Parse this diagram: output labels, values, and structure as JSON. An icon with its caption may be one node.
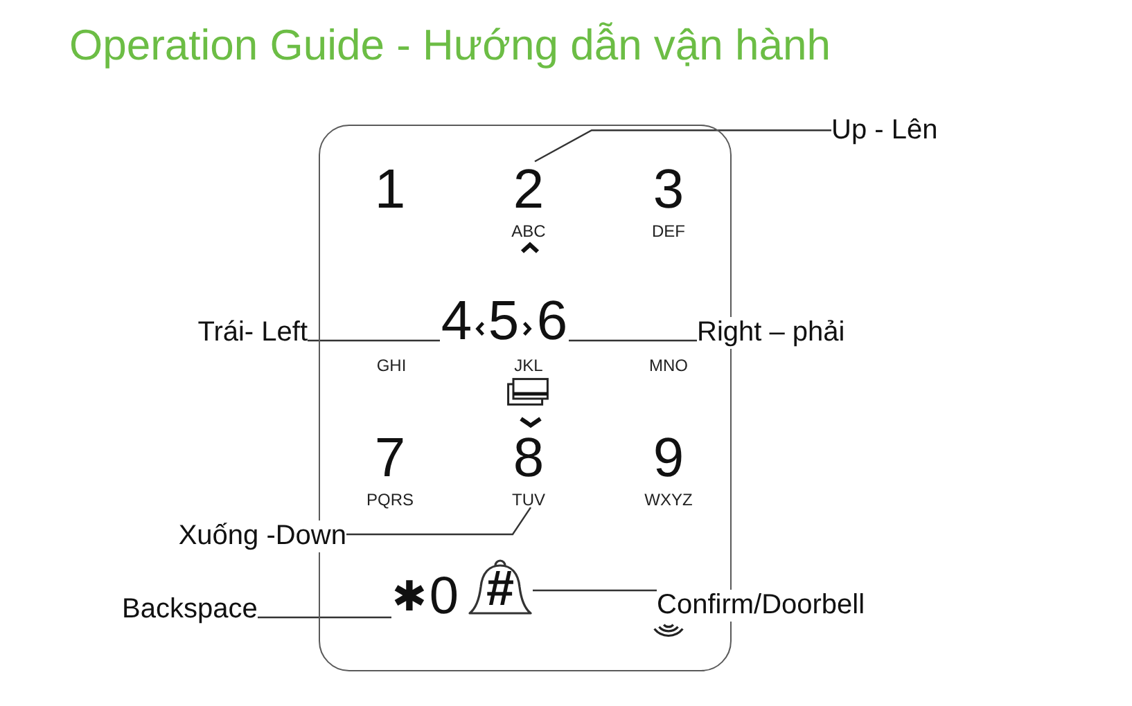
{
  "diagram": {
    "title": "Operation Guide - Hướng dẫn vận hành",
    "nodes": [
      {
        "text": [],
        "shape": "box"
      },
      {
        "text": [
          "1"
        ],
        "in": 0
      },
      {
        "text": [
          "2",
          "ABC"
        ],
        "in": 0
      },
      {
        "text": [
          "3",
          "DEF"
        ],
        "in": 0
      },
      {
        "text": [
          "4"
        ],
        "in": 0
      },
      {
        "text": [
          "5"
        ],
        "in": 0
      },
      {
        "text": [
          "6"
        ],
        "in": 0
      },
      {
        "text": [
          "7",
          "PQRS"
        ],
        "in": 0
      },
      {
        "text": [
          "8",
          "TUV"
        ],
        "in": 0
      },
      {
        "text": [
          "9",
          "WXYZ"
        ],
        "in": 0
      },
      {
        "text": [
          "✱"
        ],
        "in": 0
      },
      {
        "text": [
          "0"
        ],
        "in": 0
      },
      {
        "text": [
          "#"
        ],
        "in": 0
      },
      {
        "text": [
          "Up - Lên"
        ]
      },
      {
        "text": [
          "Trái- Left"
        ]
      },
      {
        "text": [
          "Right – phải"
        ]
      },
      {
        "text": [
          "Xuống -Down"
        ]
      },
      {
        "text": [
          "Backspace"
        ]
      },
      {
        "text": [
          "Confirm/Doorbell"
        ]
      }
    ],
    "edges": [
      {
        "from": 13,
        "to": 2,
        "arrow": "none"
      },
      {
        "from": 14,
        "to": 4,
        "arrow": "none"
      },
      {
        "from": 15,
        "to": 6,
        "arrow": "none"
      },
      {
        "from": 16,
        "to": 8,
        "arrow": "none"
      },
      {
        "from": 17,
        "to": 10,
        "arrow": "none"
      },
      {
        "from": 18,
        "to": 12,
        "arrow": "none"
      }
    ],
    "labels": [
      "GHI",
      "JKL",
      "MNO"
    ]
  }
}
